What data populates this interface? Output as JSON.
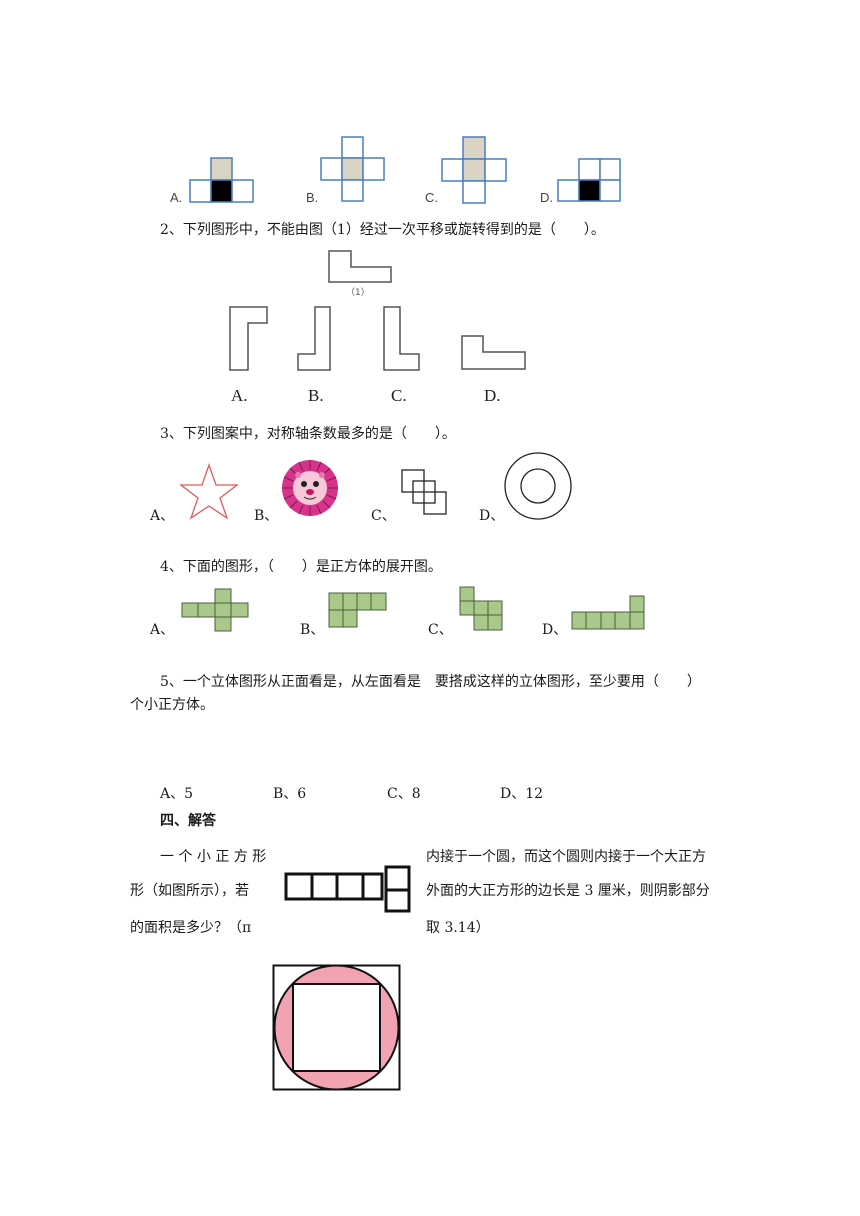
{
  "q1": {
    "options": [
      "A.",
      "B.",
      "C.",
      "D."
    ],
    "colors": {
      "shade": "#d9d4c3",
      "black": "#000000",
      "line": "#4a7fc1"
    }
  },
  "q2": {
    "text": "2、下列图形中，不能由图（1）经过一次平移或旋转得到的是（　　）。",
    "figure_label": "（1）",
    "options": [
      "A.",
      "B.",
      "C.",
      "D."
    ]
  },
  "q3": {
    "text": "3、下列图案中，对称轴条数最多的是（　　）。",
    "options": [
      "A、",
      "B、",
      "C、",
      "D、"
    ],
    "colors": {
      "star": "#e05b5b",
      "lion": "#d8338a"
    }
  },
  "q4": {
    "text": "4、下面的图形，（　　）是正方体的展开图。",
    "options": [
      "A、",
      "B、",
      "C、",
      "D、"
    ],
    "colors": {
      "fill": "#a9c98a",
      "line": "#4d5d3d"
    }
  },
  "q5": {
    "text_line1": "5、一个立体图形从正面看是，从左面看是　要搭成这样的立体图形，至少要用（　　）",
    "text_line2": "个小正方体。",
    "choices": [
      "A、5",
      "B、6",
      "C、8",
      "D、12"
    ]
  },
  "section4": {
    "heading": "四、解答",
    "left_col": [
      "一 个 小 正 方 形",
      "形（如图所示），若",
      "的面积是多少？（π"
    ],
    "right_col": [
      "内接于一个圆，而这个圆则内接于一个大正方",
      "外面的大正方形的边长是 3 厘米，则阴影部分",
      "取 3.14）"
    ],
    "colors": {
      "pink": "#f2a3b1"
    }
  }
}
